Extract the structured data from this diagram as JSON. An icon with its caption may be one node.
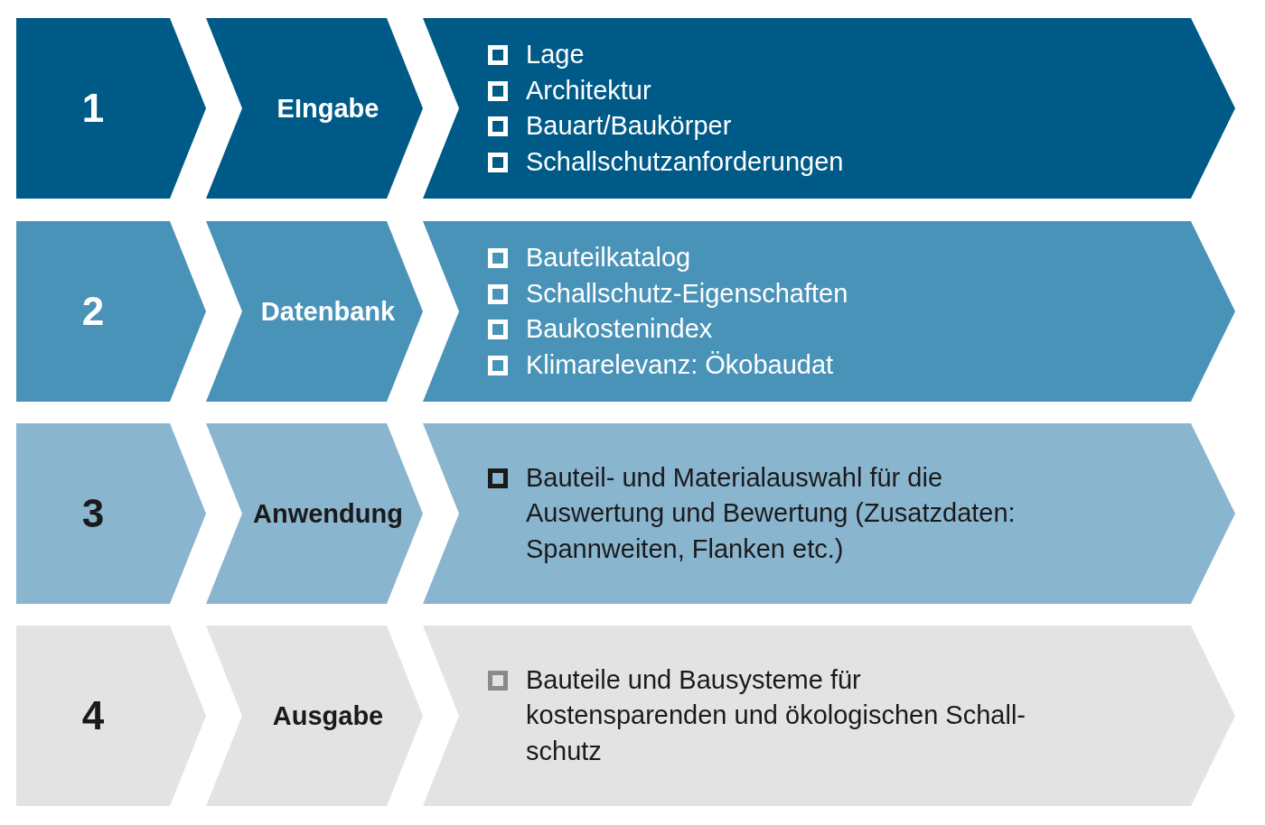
{
  "diagram": {
    "nodes": [
      {
        "text": [
          "1"
        ]
      },
      {
        "text": [
          "EIngabe"
        ]
      },
      {
        "text": [
          "Lage",
          "Architektur",
          "Bauart/Baukörper",
          "Schallschutzanforderungen"
        ]
      },
      {
        "text": [
          "2"
        ]
      },
      {
        "text": [
          "Datenbank"
        ]
      },
      {
        "text": [
          "Bauteilkatalog",
          "Schallschutz-Eigenschaften",
          "Baukostenindex",
          "Klimarelevanz: Ökobaudat"
        ]
      },
      {
        "text": [
          "3"
        ]
      },
      {
        "text": [
          "Anwendung"
        ]
      },
      {
        "text": [
          "Bauteil- und Materialauswahl für die Auswertung und Bewertung (Zusatzdaten: Spannweiten, Flanken etc.)"
        ]
      },
      {
        "text": [
          "4"
        ]
      },
      {
        "text": [
          "Ausgabe"
        ]
      },
      {
        "text": [
          "Bauteile und Bausysteme für kostensparenden und ökologischen Schall- schutz"
        ]
      }
    ]
  }
}
